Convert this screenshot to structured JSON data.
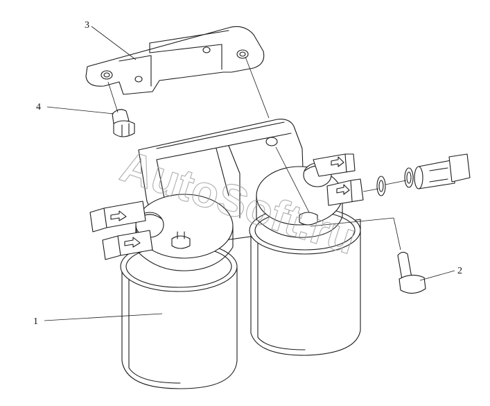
{
  "diagram": {
    "callouts": [
      {
        "id": "1",
        "label": "1"
      },
      {
        "id": "2",
        "label": "2"
      },
      {
        "id": "3",
        "label": "3"
      },
      {
        "id": "4",
        "label": "4"
      }
    ],
    "watermark": "AutoSoft.ru",
    "colors": {
      "line": "#1a1a1a",
      "watermark": "#9a9a9a",
      "background": "#ffffff"
    }
  }
}
